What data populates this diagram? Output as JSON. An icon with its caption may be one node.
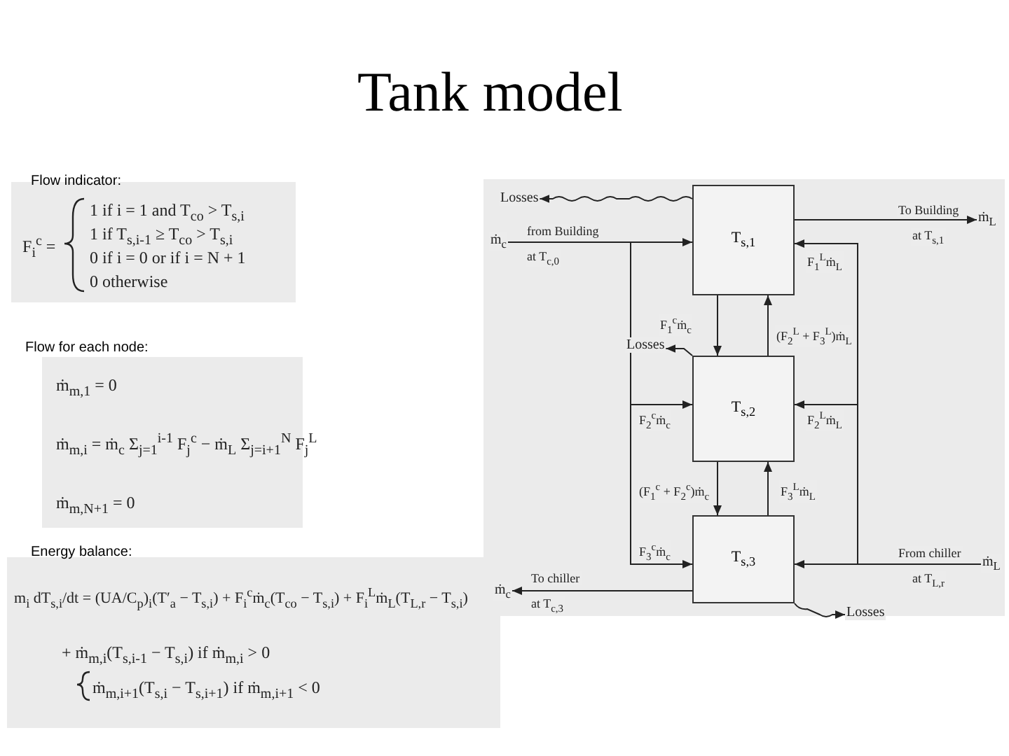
{
  "diagram": {
    "title": "Tank model",
    "nodes": [
      {
        "text": [
          "T$_{s,1}$"
        ]
      },
      {
        "text": [
          "T$_{s,2}$"
        ]
      },
      {
        "text": [
          "T$_{s,3}$"
        ]
      },
      {
        "text": [
          "Losses"
        ]
      },
      {
        "text": [
          "Losses"
        ]
      },
      {
        "text": [
          "Losses"
        ]
      },
      {
        "text": [
          "ṁ$_{c}$"
        ]
      },
      {
        "text": [
          "ṁ$_{L}$"
        ]
      },
      {
        "text": [
          "ṁ$_{L}$"
        ]
      },
      {
        "text": [
          "ṁ$_{c}$"
        ]
      }
    ],
    "edges": [
      {
        "from": 6,
        "to": 0,
        "arrow": "to",
        "label": "from Building"
      },
      {
        "from": 6,
        "to": 1,
        "arrow": "to",
        "label": "F$_{2}$$^{c}$ṁ$_{c}$"
      },
      {
        "from": 6,
        "to": 2,
        "arrow": "to",
        "label": "F$_{3}$$^{c}$ṁ$_{c}$"
      },
      {
        "from": 0,
        "to": 1,
        "arrow": "to",
        "label": "F$_{1}$$^{c}$ṁ$_{c}$"
      },
      {
        "from": 1,
        "to": 0,
        "arrow": "to",
        "label": "(F$_{2}$$^{L}$ + F$_{3}$$^{L}$)ṁ$_{L}$"
      },
      {
        "from": 1,
        "to": 2,
        "arrow": "to",
        "label": "(F$_{1}$$^{c}$ + F$_{2}$$^{c}$)ṁ$_{c}$"
      },
      {
        "from": 2,
        "to": 1,
        "arrow": "to",
        "label": "F$_{3}$$^{L}$ṁ$_{L}$"
      },
      {
        "from": 7,
        "to": 2,
        "arrow": "to",
        "label": "From chiller"
      },
      {
        "from": 7,
        "to": 1,
        "arrow": "to",
        "label": "F$_{2}$$^{L}$ṁ$_{L}$"
      },
      {
        "from": 7,
        "to": 0,
        "arrow": "to",
        "label": "F$_{1}$$^{L}$ṁ$_{L}$"
      },
      {
        "from": 0,
        "to": 8,
        "arrow": "to",
        "label": "To Building"
      },
      {
        "from": 2,
        "to": 9,
        "arrow": "to",
        "label": "To chiller"
      },
      {
        "from": 0,
        "to": 3,
        "arrow": "to"
      },
      {
        "from": 1,
        "to": 4,
        "arrow": "to"
      },
      {
        "from": 2,
        "to": 5,
        "arrow": "to"
      }
    ],
    "labels": [
      "Flow indicator:",
      "F$_{i}$$^{c}$ =",
      "1 if i = 1 and T$_{co}$ > T$_{s,i}$",
      "1 if T$_{s,i-1}$ ≥ T$_{co}$ > T$_{s,i}$",
      "0 if i = 0 or if i = N + 1",
      "0 otherwise",
      "Flow for each node:",
      "ṁ$_{m,1}$ = 0",
      "ṁ$_{m,i}$ = ṁ$_{c}$ Σ$_{j=1}$$^{i-1}$ F$_{j}$$^{c}$ − ṁ$_{L}$ Σ$_{j=i+1}$$^{N}$ F$_{j}$$^{L}$",
      "ṁ$_{m,N+1}$ = 0",
      "Energy balance:",
      "m$_{i}$ dT$_{s,i}$/dt = (UA/C$_{p}$)$_{i}$(T′$_{a}$ − T$_{s,i}$) + F$_{i}$$^{c}$ṁ$_{c}$(T$_{co}$ − T$_{s,i}$) + F$_{i}$$^{L}$ṁ$_{L}$(T$_{L,r}$ − T$_{s,i}$)",
      "+ ṁ$_{m,i}$(T$_{s,i-1}$ − T$_{s,i}$) if ṁ$_{m,i}$ > 0",
      "ṁ$_{m,i+1}$(T$_{s,i}$ − T$_{s,i+1}$) if ṁ$_{m,i+1}$ < 0",
      "at T$_{c,0}$",
      "at T$_{s,1}$",
      "at T$_{L,r}$",
      "at T$_{c,3}$"
    ]
  }
}
